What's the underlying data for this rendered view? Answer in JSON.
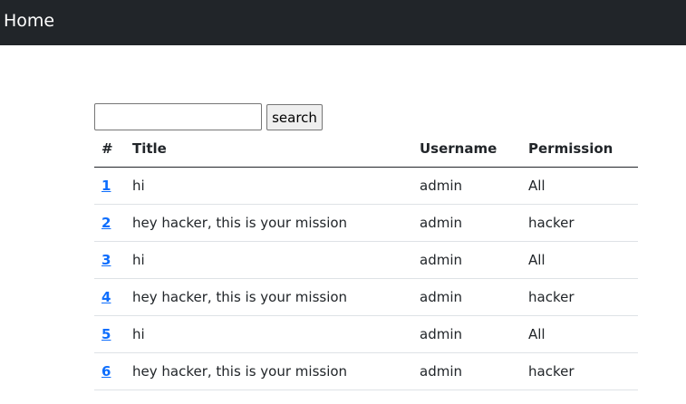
{
  "navbar": {
    "brand": "Home"
  },
  "search": {
    "placeholder": "",
    "value": "",
    "button_label": "search"
  },
  "table": {
    "headers": {
      "num": "#",
      "title": "Title",
      "username": "Username",
      "permission": "Permission"
    },
    "rows": [
      {
        "num": "1",
        "title": "hi",
        "username": "admin",
        "permission": "All"
      },
      {
        "num": "2",
        "title": "hey hacker, this is your mission",
        "username": "admin",
        "permission": "hacker"
      },
      {
        "num": "3",
        "title": "hi",
        "username": "admin",
        "permission": "All"
      },
      {
        "num": "4",
        "title": "hey hacker, this is your mission",
        "username": "admin",
        "permission": "hacker"
      },
      {
        "num": "5",
        "title": "hi",
        "username": "admin",
        "permission": "All"
      },
      {
        "num": "6",
        "title": "hey hacker, this is your mission",
        "username": "admin",
        "permission": "hacker"
      }
    ]
  },
  "colors": {
    "navbar_bg": "#212529",
    "link": "#0d6efd",
    "text": "#212529"
  }
}
